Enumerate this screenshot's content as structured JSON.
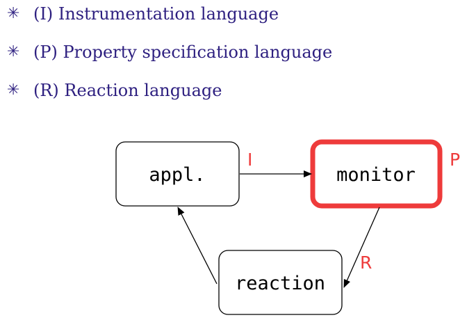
{
  "colors": {
    "bullet_text": "#2e2080",
    "bullet_star": "#2e2080",
    "highlight": "#ee3b3b",
    "box_stroke": "#000000",
    "arrow": "#000000"
  },
  "bullets": [
    {
      "icon": "asterisk-icon",
      "symbol": "✳",
      "text": "(I) Instrumentation language"
    },
    {
      "icon": "asterisk-icon",
      "symbol": "✳",
      "text": "(P) Property specification language"
    },
    {
      "icon": "asterisk-icon",
      "symbol": "✳",
      "text": "(R) Reaction language"
    }
  ],
  "diagram": {
    "nodes": {
      "appl": "appl.",
      "monitor": "monitor",
      "reaction": "reaction"
    },
    "edge_labels": {
      "instrumentation": "I",
      "property": "P",
      "reaction": "R"
    }
  }
}
